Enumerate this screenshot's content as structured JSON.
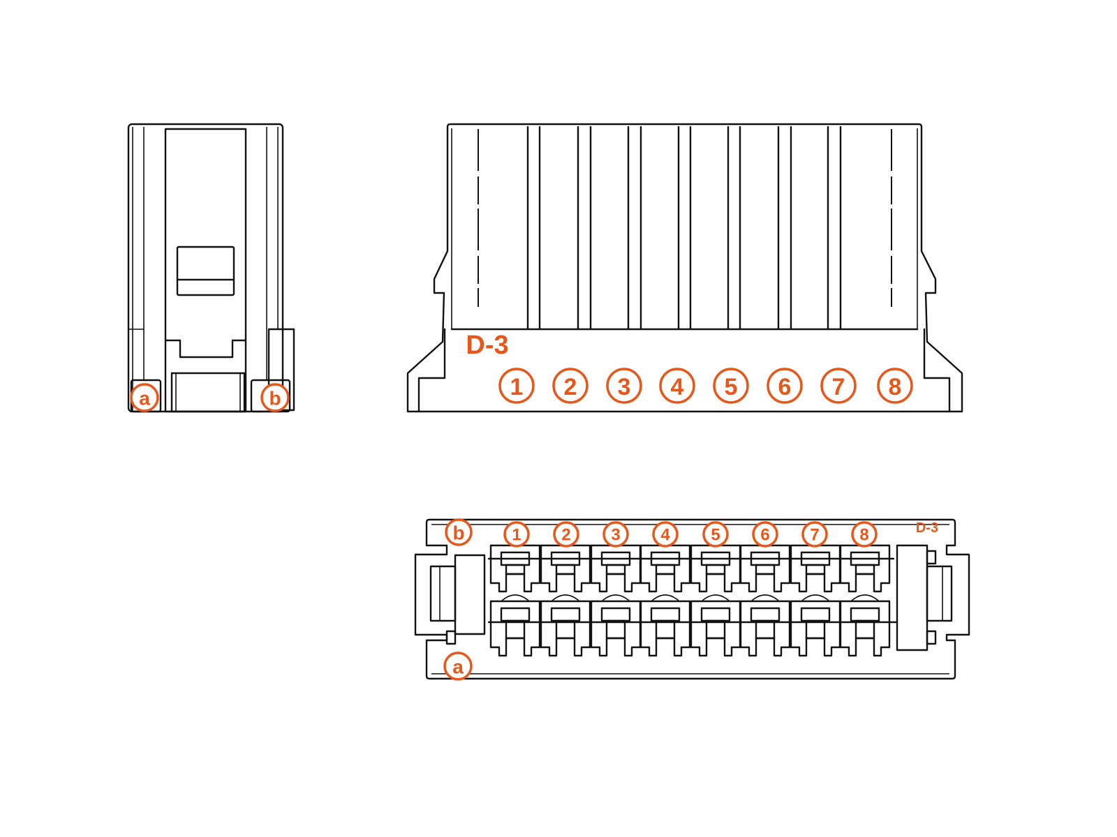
{
  "colors": {
    "callout": "#E8571A",
    "line": "#111111"
  },
  "front_view": {
    "part_code": "D-3",
    "pins": [
      "1",
      "2",
      "3",
      "4",
      "5",
      "6",
      "7",
      "8"
    ]
  },
  "side_view": {
    "callouts": [
      "a",
      "b"
    ]
  },
  "bottom_view": {
    "part_code": "D-3",
    "pins": [
      "1",
      "2",
      "3",
      "4",
      "5",
      "6",
      "7",
      "8"
    ],
    "callouts": [
      "b",
      "a"
    ]
  }
}
